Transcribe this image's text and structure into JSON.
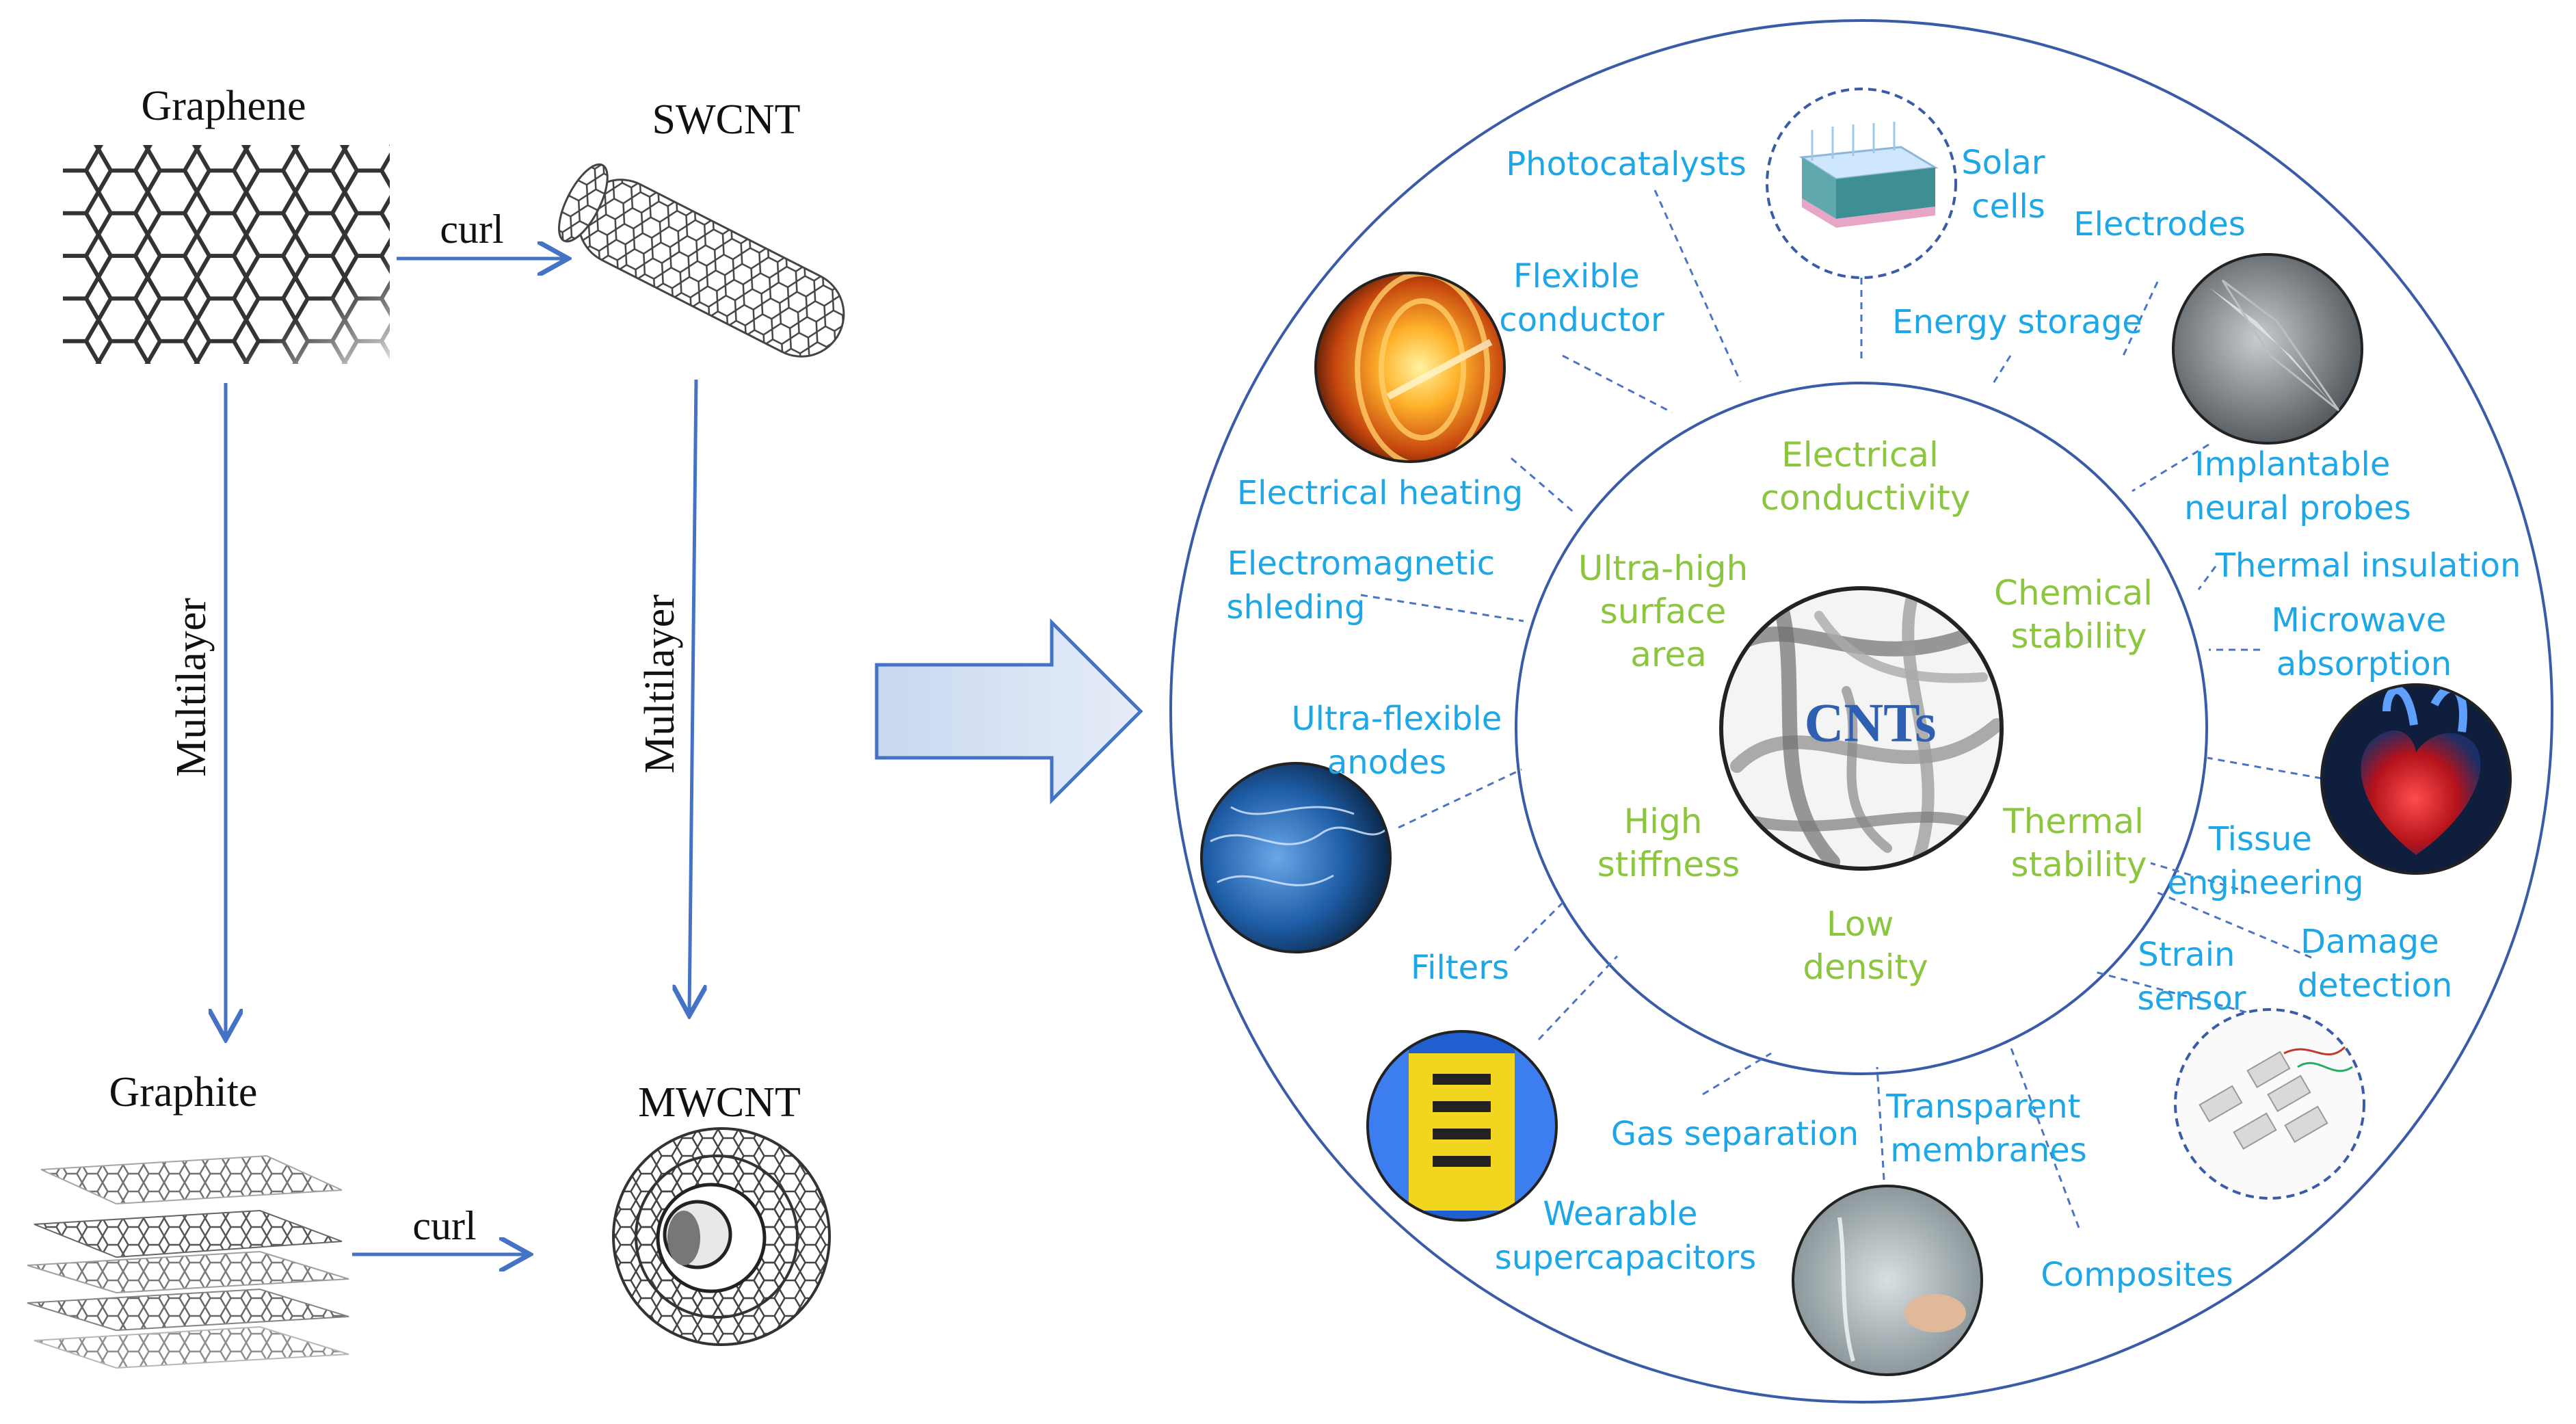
{
  "left_panel": {
    "graphene": "Graphene",
    "swcnt": "SWCNT",
    "graphite": "Graphite",
    "mwcnt": "MWCNT",
    "curl_top": "curl",
    "curl_bottom": "curl",
    "multilayer_left": "Multilayer",
    "multilayer_right": "Multilayer"
  },
  "center": {
    "label": "CNTs"
  },
  "properties": [
    [
      "Electrical",
      "conductivity"
    ],
    [
      "Chemical",
      "stability"
    ],
    [
      "Thermal",
      "stability"
    ],
    [
      "Low",
      "density"
    ],
    [
      "High",
      "stiffness"
    ],
    [
      "Ultra-high",
      "surface",
      "area"
    ]
  ],
  "applications": [
    [
      "Photocatalysts"
    ],
    [
      "Solar",
      "cells"
    ],
    [
      "Electrodes"
    ],
    [
      "Flexible",
      "conductor"
    ],
    [
      "Energy storage"
    ],
    [
      "Electrical heating"
    ],
    [
      "Implantable",
      "neural probes"
    ],
    [
      "Thermal insulation"
    ],
    [
      "Electromagnetic",
      "shleding"
    ],
    [
      "Microwave",
      "absorption"
    ],
    [
      "Ultra-flexible",
      "anodes"
    ],
    [
      "Tissue",
      "engineering"
    ],
    [
      "Strain",
      "sensor"
    ],
    [
      "Damage",
      "detection"
    ],
    [
      "Filters"
    ],
    [
      "Gas separation"
    ],
    [
      "Transparent",
      "membranes"
    ],
    [
      "Wearable",
      "supercapacitors"
    ],
    [
      "Composites"
    ]
  ],
  "colors": {
    "arrow": "#4472c4",
    "circle": "#3a5ba8",
    "application_text": "#1ea7e6",
    "property_text": "#8cc63f",
    "center_text": "#2f5fb3"
  }
}
